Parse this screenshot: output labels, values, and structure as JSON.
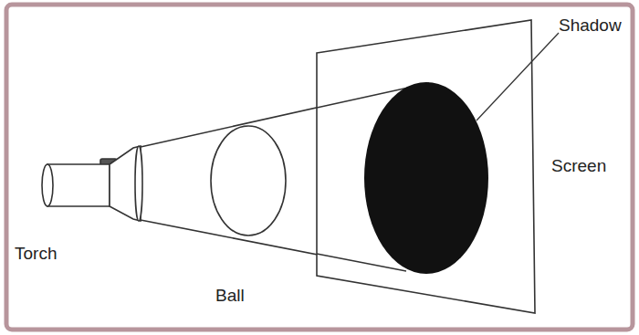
{
  "diagram": {
    "labels": [
      "Shadow",
      "Screen",
      "Torch",
      "Ball"
    ]
  }
}
